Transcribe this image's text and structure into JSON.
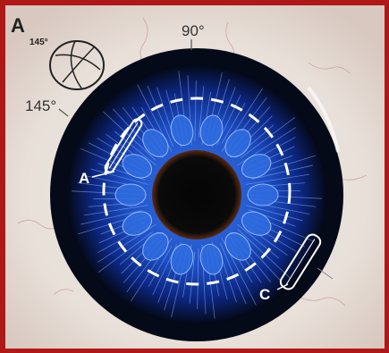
{
  "panel_label": "A",
  "angle_top": "90°",
  "angle_left": "145°",
  "inset_angle": "145°",
  "marker_a": "A",
  "marker_c": "C",
  "colors": {
    "frame": "#b01818",
    "sclera": "#ece6e0",
    "iris": "#1e4cc8",
    "limbus": "#040814",
    "pupil": "#050505",
    "annotation": "#ffffff",
    "label_dark": "#222222"
  }
}
